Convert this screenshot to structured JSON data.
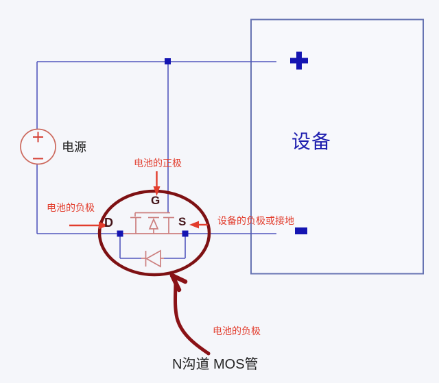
{
  "diagram": {
    "power_source": {
      "label": "电源"
    },
    "device": {
      "label": "设备"
    },
    "mosfet": {
      "gate_label": "G",
      "drain_label": "D",
      "source_label": "S",
      "caption": "N沟道 MOS管"
    },
    "annotations": {
      "battery_positive": "电池的正极",
      "battery_negative_drain": "电池的负极",
      "device_negative_or_ground": "设备的负极或接地",
      "battery_negative_source": "电池的负极"
    },
    "icons": {
      "device_positive_terminal": "plus-terminal-icon",
      "device_negative_terminal": "minus-terminal-icon",
      "power_source_symbol": "dc-source-icon",
      "mosfet_highlight": "ellipse-highlight-icon",
      "mosfet_pointer": "hand-drawn-arrow-icon",
      "body_diode": "diode-icon"
    },
    "colors": {
      "background": "#f5f6fa",
      "wire_blue": "#5156bd",
      "terminal_blue": "#1515b2",
      "device_box_blue": "#6673b2",
      "mosfet_salmon": "#cc7f7e",
      "power_source_red": "#cc685c",
      "annotation_red": "#e23c2c",
      "highlight_maroon": "#7e1113",
      "device_text_blue": "#1c1cae",
      "text_black": "#1f1f1f"
    }
  }
}
